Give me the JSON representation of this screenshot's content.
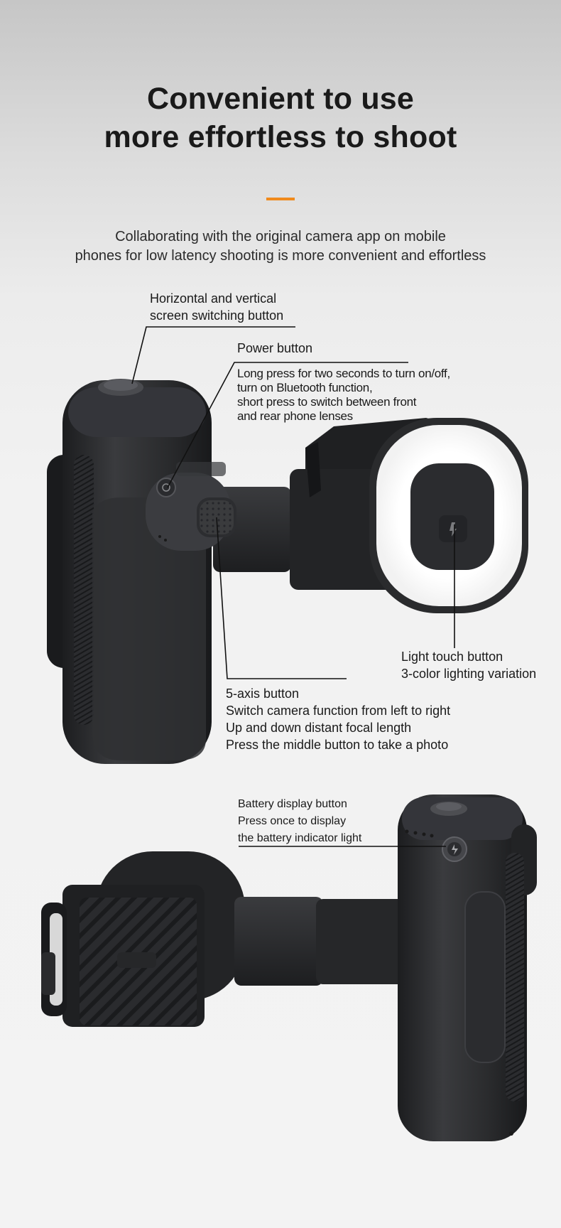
{
  "header": {
    "title_line1": "Convenient to use",
    "title_line2": "more effortless to shoot",
    "subtitle_line1": "Collaborating with the original camera app on mobile",
    "subtitle_line2": "phones for low latency shooting is more convenient and effortless"
  },
  "callouts": {
    "switching": {
      "line1": "Horizontal and vertical",
      "line2": "screen switching button"
    },
    "power": {
      "title": "Power button",
      "line1": "Long press for two seconds to turn on/off,",
      "line2": "turn on Bluetooth function,",
      "line3": "short press to switch between front",
      "line4": "and rear phone lenses"
    },
    "light": {
      "line1": "Light touch button",
      "line2": "3-color lighting variation"
    },
    "axis": {
      "line1": "5-axis button",
      "line2": "Switch camera function from left to right",
      "line3": "Up and down distant focal length",
      "line4": "Press the middle button to take a photo"
    },
    "battery": {
      "line1": "Battery display button",
      "line2": "Press once to display",
      "line3": "the battery indicator light"
    }
  },
  "colors": {
    "accent": "#f08a1c",
    "device_dark": "#2b2c2e",
    "light_ring": "#ffffff",
    "leader_line": "#111111"
  }
}
